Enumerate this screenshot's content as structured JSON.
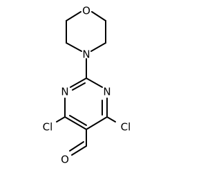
{
  "molecule": {
    "atoms": [
      {
        "id": "o_ring",
        "label": "O"
      },
      {
        "id": "n_morpholine",
        "label": "N"
      },
      {
        "id": "n_pyrimidine_left",
        "label": "N"
      },
      {
        "id": "n_pyrimidine_right",
        "label": "N"
      },
      {
        "id": "cl_left",
        "label": "Cl"
      },
      {
        "id": "cl_right",
        "label": "Cl"
      },
      {
        "id": "o_aldehyde",
        "label": "O"
      }
    ]
  }
}
